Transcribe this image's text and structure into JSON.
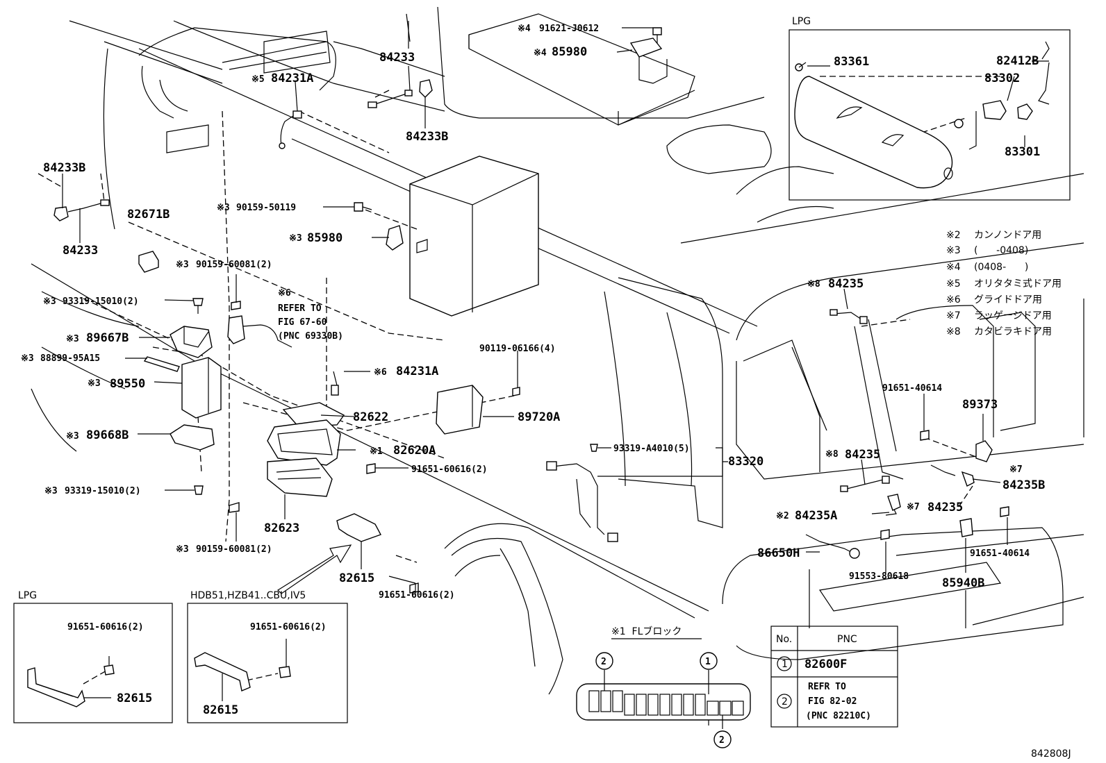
{
  "diagram_id": "842808J",
  "labels": {
    "p84233_top": "84233",
    "p84233b_top": "84233B",
    "p84231a_top": "84231A",
    "p84231a_top_note": "※5",
    "p91621": "91621-J0612",
    "p91621_note": "※4",
    "p85980_top": "85980",
    "p85980_top_note": "※4",
    "p84233b_left": "84233B",
    "p84233_left": "84233",
    "p82671b": "82671B",
    "p90159_50119": "90159-50119",
    "p90159_50119_note": "※3",
    "p85980_mid": "85980",
    "p85980_mid_note": "※3",
    "p90159_60081_a": "90159-60081(2)",
    "p90159_60081_a_note": "※3",
    "p93319_15010_a": "93319-15010(2)",
    "p93319_15010_a_note": "※3",
    "refer_note": "※6",
    "refer_line1": "REFER TO",
    "refer_line2": "FIG 67-60",
    "refer_line3": "(PNC 69330B)",
    "p89667b": "89667B",
    "p89667b_note": "※3",
    "p88899": "88899-95A15",
    "p88899_note": "※3",
    "p89550": "89550",
    "p89550_note": "※3",
    "p84231a_mid": "84231A",
    "p84231a_mid_note": "※6",
    "p90119": "90119-06166(4)",
    "p89720a": "89720A",
    "p82622": "82622",
    "p89668b": "89668B",
    "p89668b_note": "※3",
    "p82620a": "82620A",
    "p82620a_note": "※1",
    "p91651_60616_a": "91651-60616(2)",
    "p93319_a4010": "93319-A4010(5)",
    "p83320": "83320",
    "p93319_15010_b": "93319-15010(2)",
    "p93319_15010_b_note": "※3",
    "p82623": "82623",
    "p90159_60081_b": "90159-60081(2)",
    "p90159_60081_b_note": "※3",
    "p82615_main": "82615",
    "p91651_60616_b": "91651-60616(2)",
    "p84235_a": "84235",
    "p84235_a_note": "※8",
    "p91651_40614_a": "91651-40614",
    "p89373": "89373",
    "p84235_b": "84235",
    "p84235_b_note": "※8",
    "p84235b": "84235B",
    "p84235b_note": "※7",
    "p84235_c": "84235",
    "p84235_c_note": "※7",
    "p84235a": "84235A",
    "p84235a_note": "※2",
    "p86650h": "86650H",
    "p91553": "91553-80618",
    "p91651_40614_b": "91651-40614",
    "p85940b": "85940B"
  },
  "legend": [
    {
      "mark": "※2",
      "text": "カンノンドア用"
    },
    {
      "mark": "※3",
      "text": "(      -0408)"
    },
    {
      "mark": "※4",
      "text": "(0408-      )"
    },
    {
      "mark": "※5",
      "text": "オリタタミ式ドア用"
    },
    {
      "mark": "※6",
      "text": "グライドドア用"
    },
    {
      "mark": "※7",
      "text": "ラッゲージドア用"
    },
    {
      "mark": "※8",
      "text": "カタビラキドア用"
    }
  ],
  "lpg_inset": {
    "title": "LPG",
    "p83361": "83361",
    "p82412b": "82412B",
    "p83302": "83302",
    "p83301": "83301"
  },
  "lpg_bracket_inset": {
    "title": "LPG",
    "bolt": "91651-60616(2)",
    "bracket": "82615"
  },
  "hdb_inset": {
    "title": "HDB51,HZB41..CBU,IV5",
    "bolt": "91651-60616(2)",
    "bracket": "82615"
  },
  "fl_block": {
    "title": "※1  FLブロック",
    "callout_1": "1",
    "callout_2_top": "2",
    "callout_2_bottom": "2"
  },
  "pnc_table": {
    "col_no": "No.",
    "col_pnc": "PNC",
    "row1_no": "1",
    "row1_pnc": "82600F",
    "row2_no": "2",
    "row2_line1": "REFR TO",
    "row2_line2": "FIG 82-02",
    "row2_line3": "(PNC 82210C)"
  }
}
